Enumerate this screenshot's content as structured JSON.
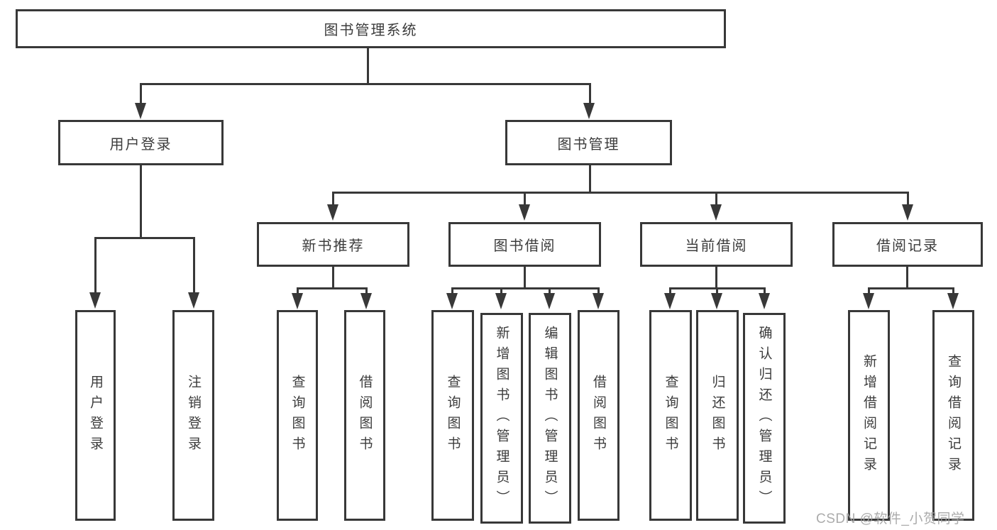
{
  "diagram": {
    "title": "图书管理系统",
    "watermark": "CSDN @软件_小贺同学",
    "colors": {
      "line": "#383838",
      "text": "#3c3c3c",
      "box_background": "#ffffff",
      "page_background": "#ffffff",
      "watermark_text": "#a3a3a3"
    },
    "nodes": {
      "root": "图书管理系统",
      "user_login_group": "用户登录",
      "book_mgmt": "图书管理",
      "new_book_rec": "新书推荐",
      "book_borrow": "图书借阅",
      "current_borrow": "当前借阅",
      "borrow_records": "借阅记录",
      "user_login": "用户登录",
      "logout_login": "注销登录",
      "rec_query_books": "查询图书",
      "rec_borrow_books": "借阅图书",
      "borrow_query_books": "查询图书",
      "borrow_add_books": "新增图书（管理员）",
      "borrow_edit_books": "编辑图书（管理员）",
      "borrow_borrow_books": "借阅图书",
      "current_query_books": "查询图书",
      "current_return_books": "归还图书",
      "current_confirm_return": "确认归还（管理员）",
      "records_add_record": "新增借阅记录",
      "records_query_record": "查询借阅记录"
    },
    "hierarchy": {
      "图书管理系统": [
        "用户登录",
        "图书管理"
      ],
      "用户登录": [
        "用户登录",
        "注销登录"
      ],
      "图书管理": [
        "新书推荐",
        "图书借阅",
        "当前借阅",
        "借阅记录"
      ],
      "新书推荐": [
        "查询图书",
        "借阅图书"
      ],
      "图书借阅": [
        "查询图书",
        "新增图书（管理员）",
        "编辑图书（管理员）",
        "借阅图书"
      ],
      "当前借阅": [
        "查询图书",
        "归还图书",
        "确认归还（管理员）"
      ],
      "借阅记录": [
        "新增借阅记录",
        "查询借阅记录"
      ]
    }
  }
}
